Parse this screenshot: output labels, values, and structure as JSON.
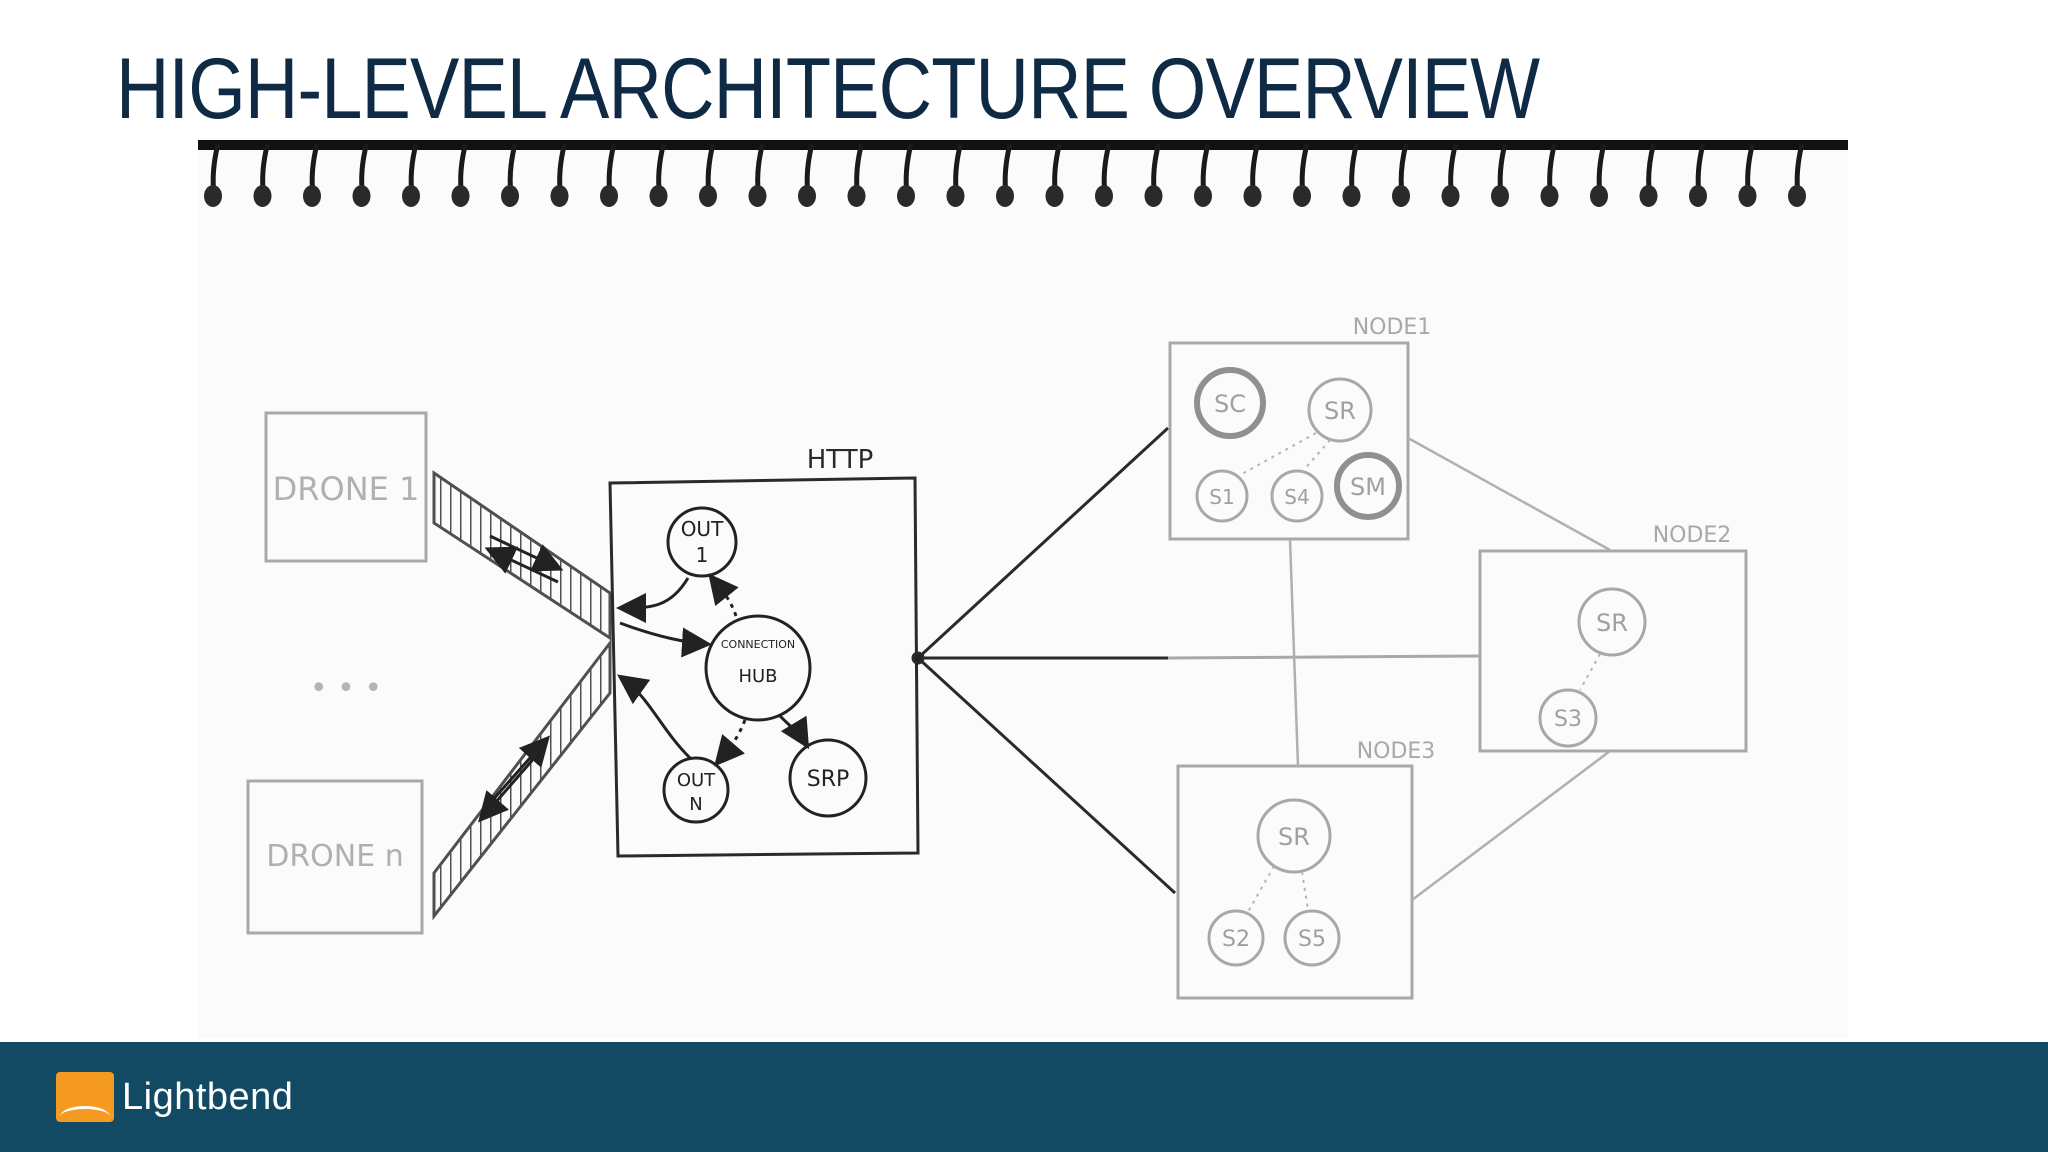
{
  "slide": {
    "title": "HIGH-LEVEL ARCHITECTURE OVERVIEW"
  },
  "diagram": {
    "drone_first": "DRONE 1",
    "drone_last": "DRONE n",
    "drone_ellipsis": "• • •",
    "http_label": "HTTP",
    "hub_label_top": "CONNECTION",
    "hub_label_bottom": "HUB",
    "out_1_top": "OUT",
    "out_1_bottom": "1",
    "out_n_top": "OUT",
    "out_n_bottom": "N",
    "srp": "SRP",
    "node1_label": "NODE1",
    "node2_label": "NODE2",
    "node3_label": "NODE3",
    "node1_sc": "SC",
    "node1_sr": "SR",
    "node1_s1": "S1",
    "node1_s4": "S4",
    "node1_sm": "SM",
    "node2_sr": "SR",
    "node2_s3": "S3",
    "node3_sr": "SR",
    "node3_s2": "S2",
    "node3_s5": "S5"
  },
  "footer": {
    "brand": "Lightbend"
  },
  "colors": {
    "title": "#0e2a44",
    "footer_bg": "#124a63",
    "logo_orange": "#f59a21",
    "ink_dark": "#222222",
    "ink_faint": "#9a9a9a"
  }
}
